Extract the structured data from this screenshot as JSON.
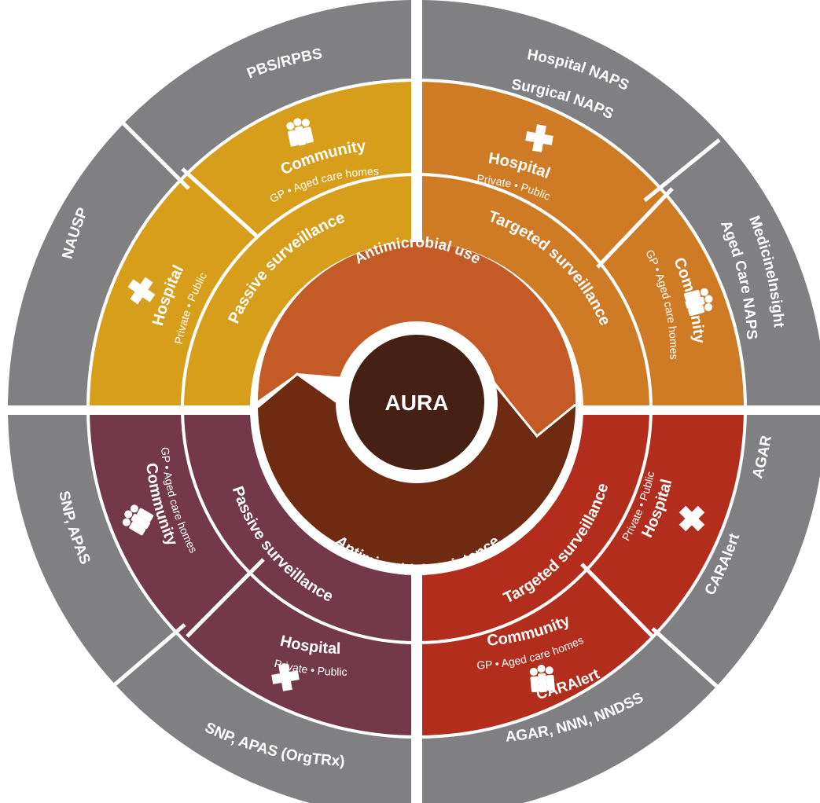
{
  "center": {
    "label": "AURA"
  },
  "core": {
    "use_label": "Antimicrobial use",
    "resistance_label": "Antimicrobial resistance"
  },
  "colors": {
    "outer_ring": "#808083",
    "tl": "#d79e1c",
    "tr": "#cf7a25",
    "bl": "#733849",
    "br": "#b22d1c",
    "use_core": "#c45a25",
    "resistance_core": "#6e2b12",
    "aura": "#452013"
  },
  "quadrants": {
    "tl": {
      "surveillance": "Passive surveillance",
      "community": {
        "title": "Community",
        "sub": "GP • Aged care homes"
      },
      "hospital": {
        "title": "Hospital",
        "sub": "Private • Public"
      },
      "outer": {
        "community": [
          "PBS/RPBS"
        ],
        "hospital": [
          "NAUSP"
        ]
      }
    },
    "tr": {
      "surveillance": "Targeted surveillance",
      "hospital": {
        "title": "Hospital",
        "sub": "Private • Public"
      },
      "community": {
        "title": "Community",
        "sub": "GP • Aged care homes"
      },
      "outer": {
        "hospital": [
          "Hospital NAPS",
          "Surgical NAPS"
        ],
        "community": [
          "MedicineInsight",
          "Aged Care NAPS"
        ]
      }
    },
    "bl": {
      "surveillance": "Passive surveillance",
      "community": {
        "title": "Community",
        "sub": "GP • Aged care homes"
      },
      "hospital": {
        "title": "Hospital",
        "sub": "Private • Public"
      },
      "outer": {
        "community": [
          "SNP, APAS"
        ],
        "hospital": [
          "SNP, APAS  (OrgTRx)"
        ]
      }
    },
    "br": {
      "surveillance": "Targeted surveillance",
      "hospital": {
        "title": "Hospital",
        "sub": "Private • Public"
      },
      "community": {
        "title": "Community",
        "sub": "GP • Aged care homes"
      },
      "outer": {
        "hospital": [
          "AGAR",
          "CARAlert"
        ],
        "community": [
          "CARAlert",
          "AGAR, NNN, NNDSS"
        ]
      }
    }
  }
}
